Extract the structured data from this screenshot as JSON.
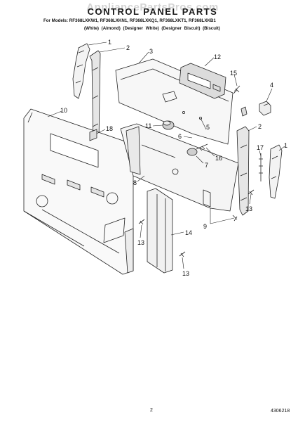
{
  "watermark": "AppliancePartsPros.com",
  "title": "CONTROL PANEL PARTS",
  "models_line": "For Models: RF368LXKW1, RF368LXKN1, RF368LXKQ1, RF368LXKT1, RF368LXKB1",
  "finishes_line": "(White)    (Almond)    (Designer White) (Designer Biscuit)   (Biscuit)",
  "callouts": [
    "1",
    "2",
    "3",
    "12",
    "15",
    "4",
    "10",
    "18",
    "11",
    "6",
    "5",
    "2",
    "7",
    "16",
    "17",
    "1",
    "8",
    "9",
    "13",
    "14",
    "13",
    "13"
  ],
  "page_number": "2",
  "doc_number": "4306218"
}
